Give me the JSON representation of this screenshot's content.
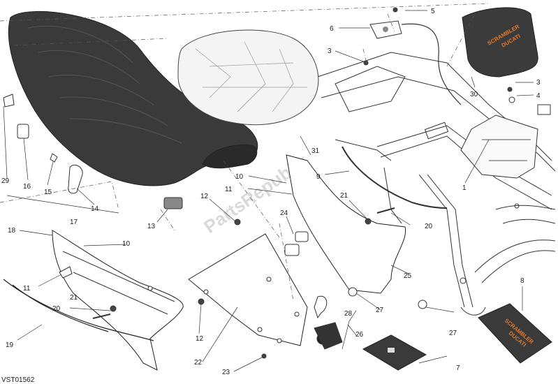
{
  "diagram_code": "VST01562",
  "watermark": "PartsRepublik",
  "brand_text": {
    "cover_top": "SCRAMBLER",
    "cover_sub": "DUCATI",
    "manual_top": "SCRAMBLER",
    "manual_sub": "DUCATI"
  },
  "callouts": {
    "c1": "1",
    "c3a": "3",
    "c3b": "3",
    "c4": "4",
    "c5": "5",
    "c6": "6",
    "c7": "7",
    "c8": "8",
    "c9": "9",
    "c10a": "10",
    "c10b": "10",
    "c11a": "11",
    "c11b": "11",
    "c12a": "12",
    "c12b": "12",
    "c13": "13",
    "c14": "14",
    "c15": "15",
    "c16": "16",
    "c17": "17",
    "c18": "18",
    "c19": "19",
    "c20a": "20",
    "c20b": "20",
    "c21a": "21",
    "c21b": "21",
    "c22": "22",
    "c23": "23",
    "c24": "24",
    "c25": "25",
    "c26": "26",
    "c27a": "27",
    "c27b": "27",
    "c28": "28",
    "c29": "29",
    "c30": "30",
    "c31": "31"
  }
}
